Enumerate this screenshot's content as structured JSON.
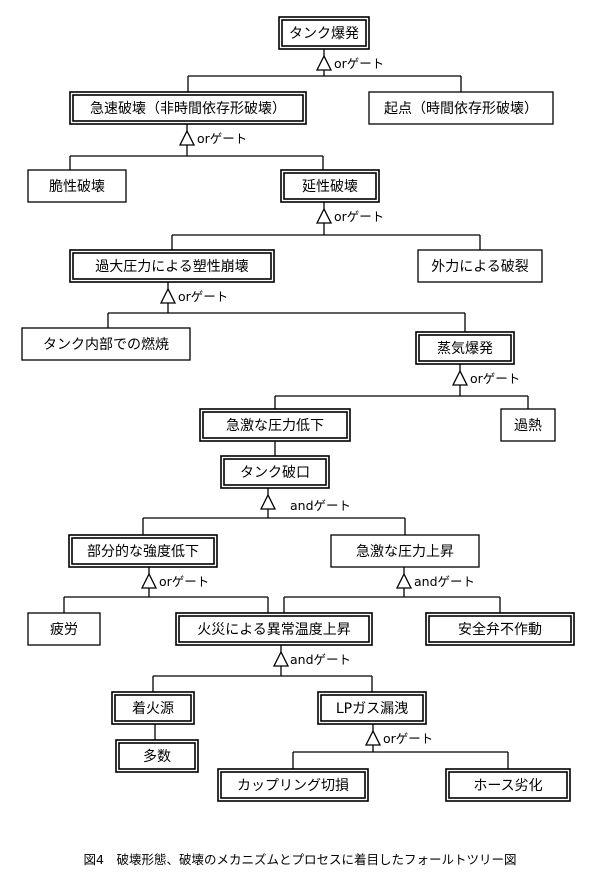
{
  "diagram": {
    "nodes": [
      {
        "id": "tank_explosion",
        "label": "タンク爆発"
      },
      {
        "id": "rapid_failure",
        "label": "急速破壊（非時間依存形破壊）"
      },
      {
        "id": "origin",
        "label": "起点（時間依存形破壊）"
      },
      {
        "id": "brittle",
        "label": "脆性破壊"
      },
      {
        "id": "ductile",
        "label": "延性破壊"
      },
      {
        "id": "plastic_collapse",
        "label": "過大圧力による塑性崩壊"
      },
      {
        "id": "external_force",
        "label": "外力による破裂"
      },
      {
        "id": "internal_combust",
        "label": "タンク内部での燃焼"
      },
      {
        "id": "vapor_explosion",
        "label": "蒸気爆発"
      },
      {
        "id": "rapid_pressure_drop",
        "label": "急激な圧力低下"
      },
      {
        "id": "overheat",
        "label": "過熱"
      },
      {
        "id": "tank_breach",
        "label": "タンク破口"
      },
      {
        "id": "partial_strength",
        "label": "部分的な強度低下"
      },
      {
        "id": "rapid_pressure_rise",
        "label": "急激な圧力上昇"
      },
      {
        "id": "fatigue",
        "label": "疲労"
      },
      {
        "id": "fire_temp_rise",
        "label": "火災による異常温度上昇"
      },
      {
        "id": "safety_valve",
        "label": "安全弁不作動"
      },
      {
        "id": "ignition_source",
        "label": "着火源"
      },
      {
        "id": "lp_gas_leak",
        "label": "LPガス漏洩"
      },
      {
        "id": "many",
        "label": "多数"
      },
      {
        "id": "coupling_damage",
        "label": "カップリング切損"
      },
      {
        "id": "hose_degradation",
        "label": "ホース劣化"
      }
    ],
    "gates": [
      {
        "id": "g1",
        "label": "orゲート"
      },
      {
        "id": "g2",
        "label": "orゲート"
      },
      {
        "id": "g3",
        "label": "orゲート"
      },
      {
        "id": "g4",
        "label": "orゲート"
      },
      {
        "id": "g5",
        "label": "orゲート"
      },
      {
        "id": "g6",
        "label": "andゲート"
      },
      {
        "id": "g7",
        "label": "orゲート"
      },
      {
        "id": "g8",
        "label": "andゲート"
      },
      {
        "id": "g9",
        "label": "andゲート"
      },
      {
        "id": "g10",
        "label": "orゲート"
      }
    ]
  },
  "caption": "図4　破壊形態、破壊のメカニズムとプロセスに着目したフォールトツリー図"
}
